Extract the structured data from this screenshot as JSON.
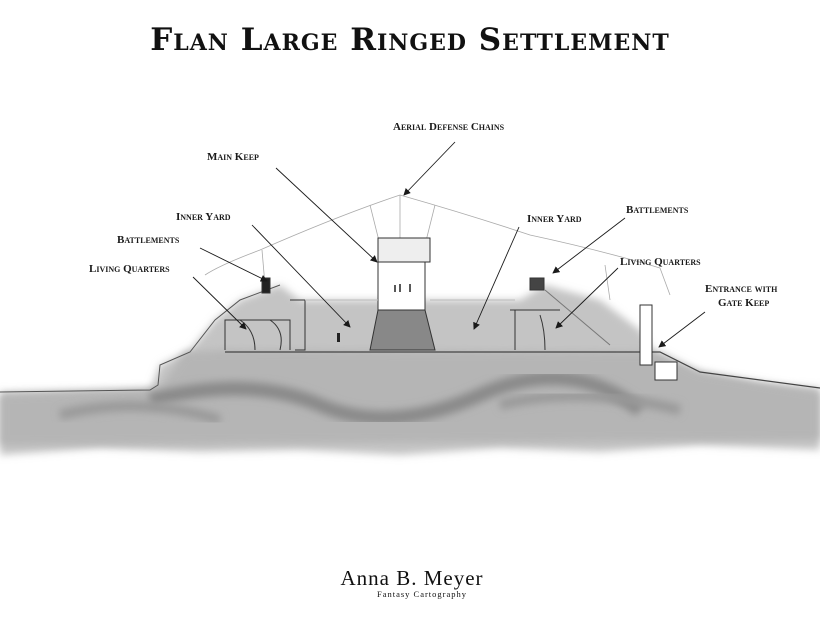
{
  "title": "Flan Large Ringed Settlement",
  "labels": {
    "aerial_defense_chains": "Aerial Defense Chains",
    "main_keep": "Main Keep",
    "inner_yard_left": "Inner Yard",
    "battlements_left": "Battlements",
    "living_quarters_left": "Living Quarters",
    "inner_yard_right": "Inner Yard",
    "battlements_right": "Battlements",
    "living_quarters_right": "Living Quarters",
    "entrance_line1": "Entrance with",
    "entrance_line2": "Gate Keep"
  },
  "logo": {
    "name": "Anna B. Meyer",
    "subtitle": "Fantasy Cartography"
  },
  "colors": {
    "ink": "#1a1a1a",
    "rock": "#b8b8b8",
    "rock_dark": "#8e8e8e",
    "sketch": "#9a9a9a"
  }
}
